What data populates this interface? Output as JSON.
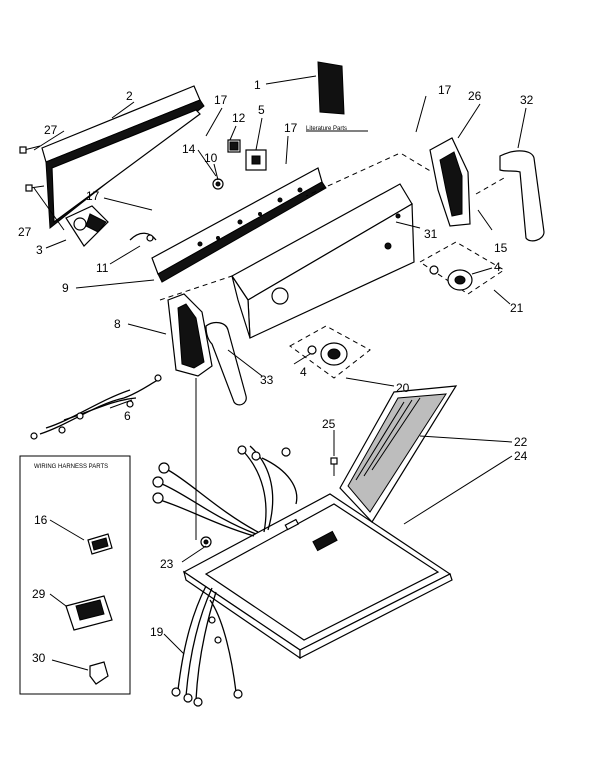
{
  "labels": {
    "l1": "1",
    "l2": "2",
    "l3": "3",
    "l4a": "4",
    "l4b": "4",
    "l5": "5",
    "l6": "6",
    "l8": "8",
    "l9": "9",
    "l10": "10",
    "l11": "11",
    "l12": "12",
    "l14": "14",
    "l15": "15",
    "l16": "16",
    "l17a": "17",
    "l17b": "17",
    "l17c": "17",
    "l17d": "17",
    "l19": "19",
    "l20": "20",
    "l21": "21",
    "l22": "22",
    "l23": "23",
    "l24": "24",
    "l25": "25",
    "l26": "26",
    "l27a": "27",
    "l27b": "27",
    "l29": "29",
    "l30": "30",
    "l31": "31",
    "l32": "32",
    "l33": "33"
  },
  "literature_parts": "Literature Parts",
  "harness_box_title": "WIRING HARNESS PARTS"
}
